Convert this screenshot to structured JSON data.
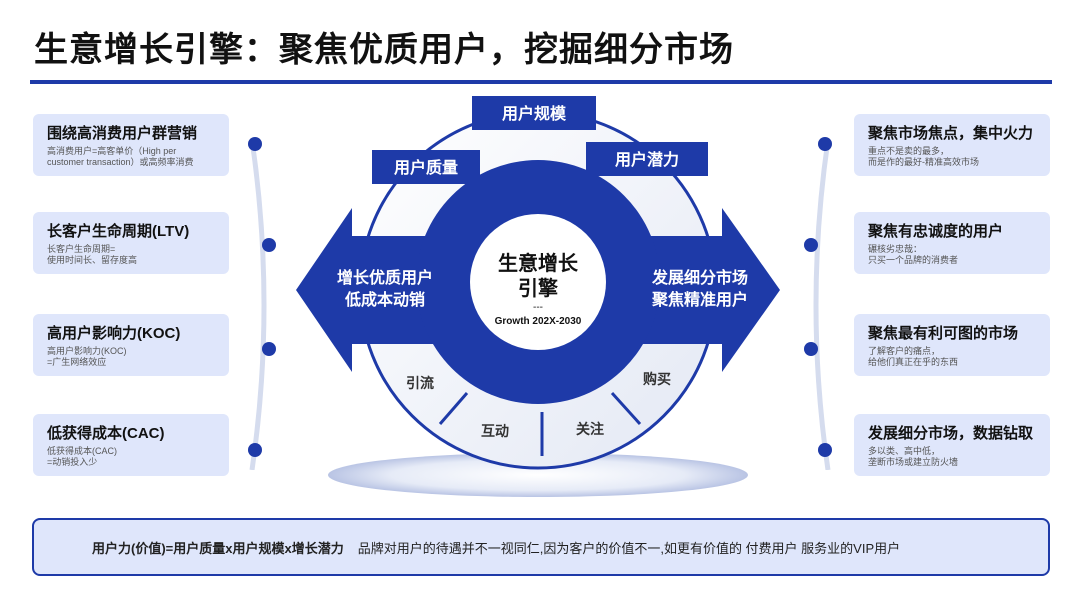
{
  "title": "生意增长引擎：聚焦优质用户，挖掘细分市场",
  "center": {
    "line1": "生意增长",
    "line2": "引擎",
    "dashes": "---",
    "sub": "Growth 202X-2030"
  },
  "top_labels": {
    "quality": "用户质量",
    "scale": "用户规模",
    "potential": "用户潜力"
  },
  "arrow_left": {
    "line1": "增长优质用户",
    "line2": "低成本动销"
  },
  "arrow_right": {
    "line1": "发展细分市场",
    "line2": "聚焦精准用户"
  },
  "bottom_segments": [
    "引流",
    "互动",
    "关注",
    "购买"
  ],
  "left_cards": [
    {
      "title": "围绕高消费用户群营销",
      "desc": "高消费用户=高客单价（High per\ncustomer transaction）或高频率消费"
    },
    {
      "title": "长客户生命周期(LTV)",
      "desc": "长客户生命周期=\n使用时间长、留存度高"
    },
    {
      "title": "高用户影响力(KOC)",
      "desc": "高用户影响力(KOC)\n=广生网络效应"
    },
    {
      "title": "低获得成本(CAC)",
      "desc": "低获得成本(CAC)\n=动销投入少"
    }
  ],
  "right_cards": [
    {
      "title": "聚焦市场焦点，集中火力",
      "desc": "重点不是卖的最多，\n而是作的最好-精准高效市场"
    },
    {
      "title": "聚焦有忠诚度的用户",
      "desc": "碾核劣忠哉：\n只买一个品牌的消费者"
    },
    {
      "title": "聚焦最有利可图的市场",
      "desc": "了解客户的痛点，\n给他们真正在乎的东西"
    },
    {
      "title": "发展细分市场，数据钻取",
      "desc": "多以类、高中低，\n垄断市场或建立防火墙"
    }
  ],
  "bottom": {
    "formula": "用户力(价值)=用户质量x用户规模x增长潜力",
    "text": "品牌对用户的待遇并不一视同仁,因为客户的价值不一,如更有价值的 付费用户 服务业的VIP用户"
  },
  "colors": {
    "primary": "#1e3aa8",
    "card_bg": "#dfe6fb",
    "ring_light": "#eef1f8"
  }
}
